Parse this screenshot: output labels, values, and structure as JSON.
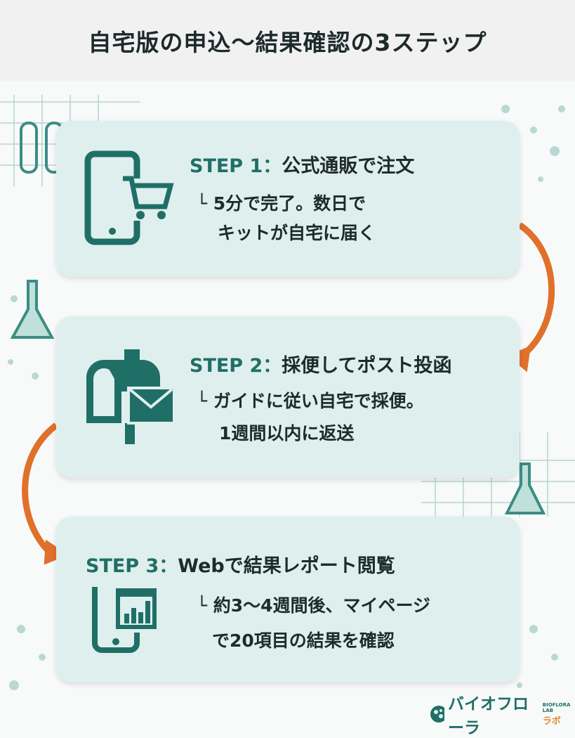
{
  "title": "自宅版の申込〜結果確認の3ステップ",
  "colors": {
    "accent": "#1f6f67",
    "card": "#dfefed",
    "arrow": "#e0702a",
    "logo_sub": "#e5852f"
  },
  "steps": [
    {
      "label": "STEP 1：",
      "title": "公式通販で注文",
      "lines": [
        "└ 5分で完了。数日で",
        "キットが自宅に届く"
      ],
      "icon": "smartphone-cart-icon"
    },
    {
      "label": "STEP 2：",
      "title": "採便してポスト投函",
      "lines": [
        "└ ガイドに従い自宅で採便。",
        "1週間以内に返送"
      ],
      "icon": "mailbox-envelope-icon"
    },
    {
      "label": "STEP 3：",
      "title": "Webで結果レポート閲覧",
      "lines": [
        "└  約3〜4週間後、マイページ",
        "で20項目の結果を確認"
      ],
      "icon": "smartphone-chart-icon"
    }
  ],
  "logo": {
    "name": "バイオフローラ",
    "en": "BIOFLORA LAB",
    "ja": "ラボ"
  }
}
